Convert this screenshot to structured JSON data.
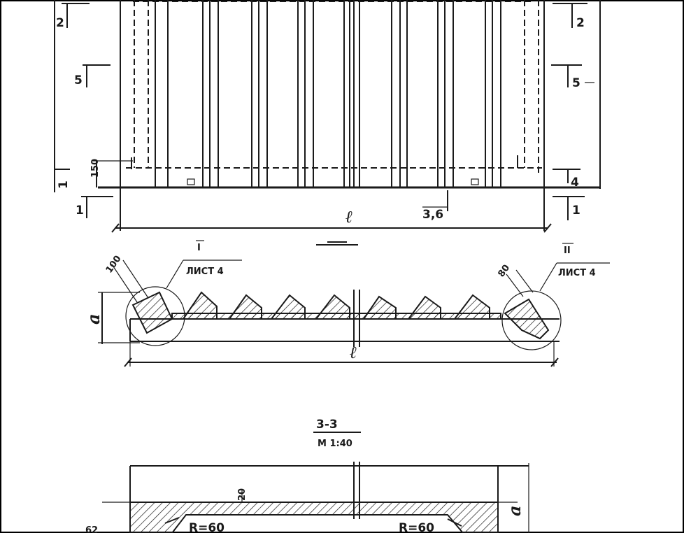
{
  "plan": {
    "left_marks": [
      "2",
      "5",
      "1",
      "150",
      "1"
    ],
    "right_marks": [
      "2",
      "5",
      "4",
      "1"
    ],
    "span_label": "ℓ",
    "small_dim": "3,6"
  },
  "elevation": {
    "callout_left": {
      "numeral": "I",
      "sheet": "ЛИСТ 4",
      "dim": "100"
    },
    "callout_right": {
      "numeral": "II",
      "sheet": "ЛИСТ 4",
      "dim": "80"
    },
    "height_label": "а",
    "span_label": "ℓ"
  },
  "section": {
    "title": "3-3",
    "scale": "М 1:40",
    "dim_top": "20",
    "left_radius": "R=60",
    "right_radius": "R=60",
    "left_side_label": "62",
    "right_side_label": "а"
  }
}
